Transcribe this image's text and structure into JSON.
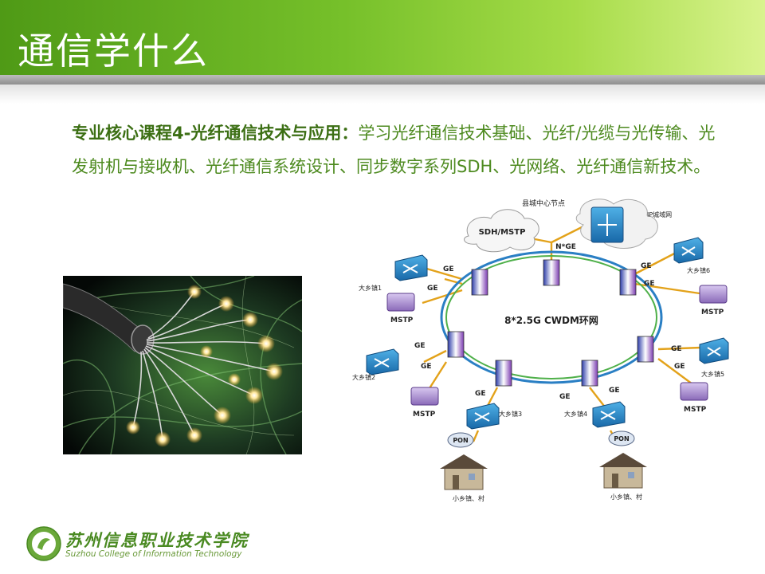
{
  "slide": {
    "title": "通信学什么",
    "course_lead": "专业核心课程4-光纤通信技术与应用：",
    "course_text": "学习光纤通信技术基础、光纤/光缆与光传输、光发射机与接收机、光纤通信系统设计、同步数字系列SDH、光网络、光纤通信新技术。"
  },
  "diagram": {
    "center_node": "县城中心节点",
    "sdh_cloud": "SDH/MSTP",
    "ip_net": "IP城域网",
    "nge": "N*GE",
    "ring": "8*2.5G  CWDM环网",
    "ge": "GE",
    "mstp": "MSTP",
    "pon": "PON",
    "towns": [
      "大乡镇1",
      "大乡镇2",
      "大乡镇3",
      "大乡镇4",
      "大乡镇5",
      "大乡镇6"
    ],
    "villages": [
      "小乡镇、村",
      "小乡镇、村"
    ]
  },
  "footer": {
    "school_cn": "苏州信息职业技术学院",
    "school_en": "Suzhou College of Information Technology"
  },
  "colors": {
    "header_green": "#76c02a",
    "text_green": "#4d8a1f",
    "ring_blue": "#2a7fc4",
    "link_orange": "#e3a21a"
  }
}
